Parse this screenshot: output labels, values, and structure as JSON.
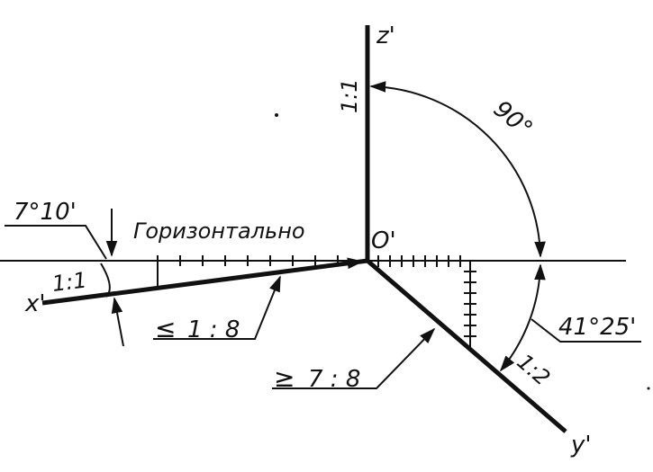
{
  "axes": {
    "z_label": "z'",
    "x_label": "x'",
    "y_label": "y'",
    "origin_label": "O'"
  },
  "annotations": {
    "horizontal": "Горизонтально",
    "angle_top": "90°",
    "angle_right": "41°25'",
    "angle_left": "7°10'",
    "scale_z": "1:1",
    "scale_x": "1:1",
    "scale_y": "1:2",
    "slope_x": "1 : 8",
    "slope_y": "7 : 8",
    "slope_x_sign": "≤",
    "slope_y_sign": "≥"
  }
}
